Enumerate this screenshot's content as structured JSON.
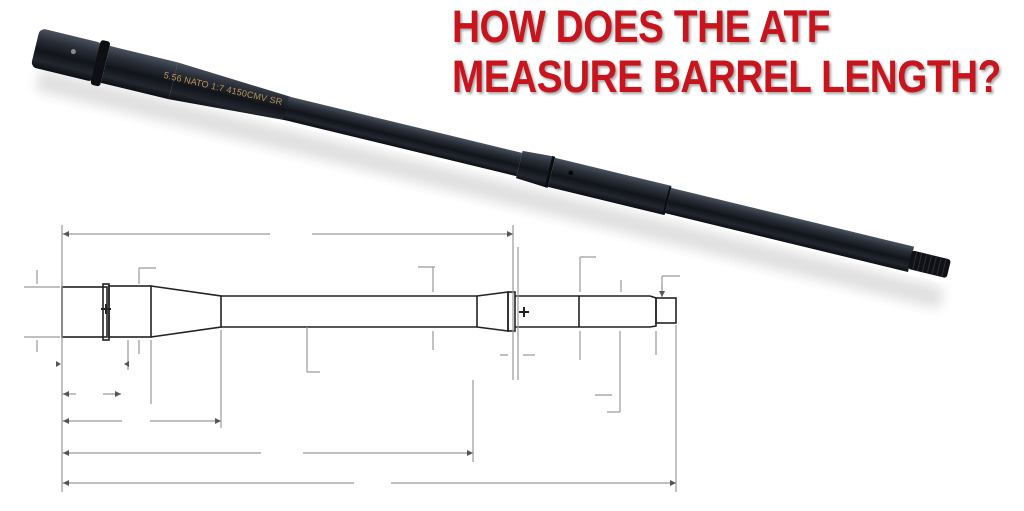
{
  "headline": {
    "line1": "HOW DOES THE ATF",
    "line2": "MEASURE BARREL LENGTH?",
    "color": "#c8141c"
  },
  "barrel_photo": {
    "engraving": "5.56 NATO  1:7 4150CMV SR",
    "finish_color": "#1a1d24",
    "features": [
      "barrel-extension",
      "gas-block-journal",
      "gas-port",
      "threaded-muzzle"
    ]
  },
  "drawing": {
    "type": "dimensioned barrel blueprint",
    "line_color": "#222222",
    "dimension_color": "#999999",
    "labels_visible": false
  }
}
